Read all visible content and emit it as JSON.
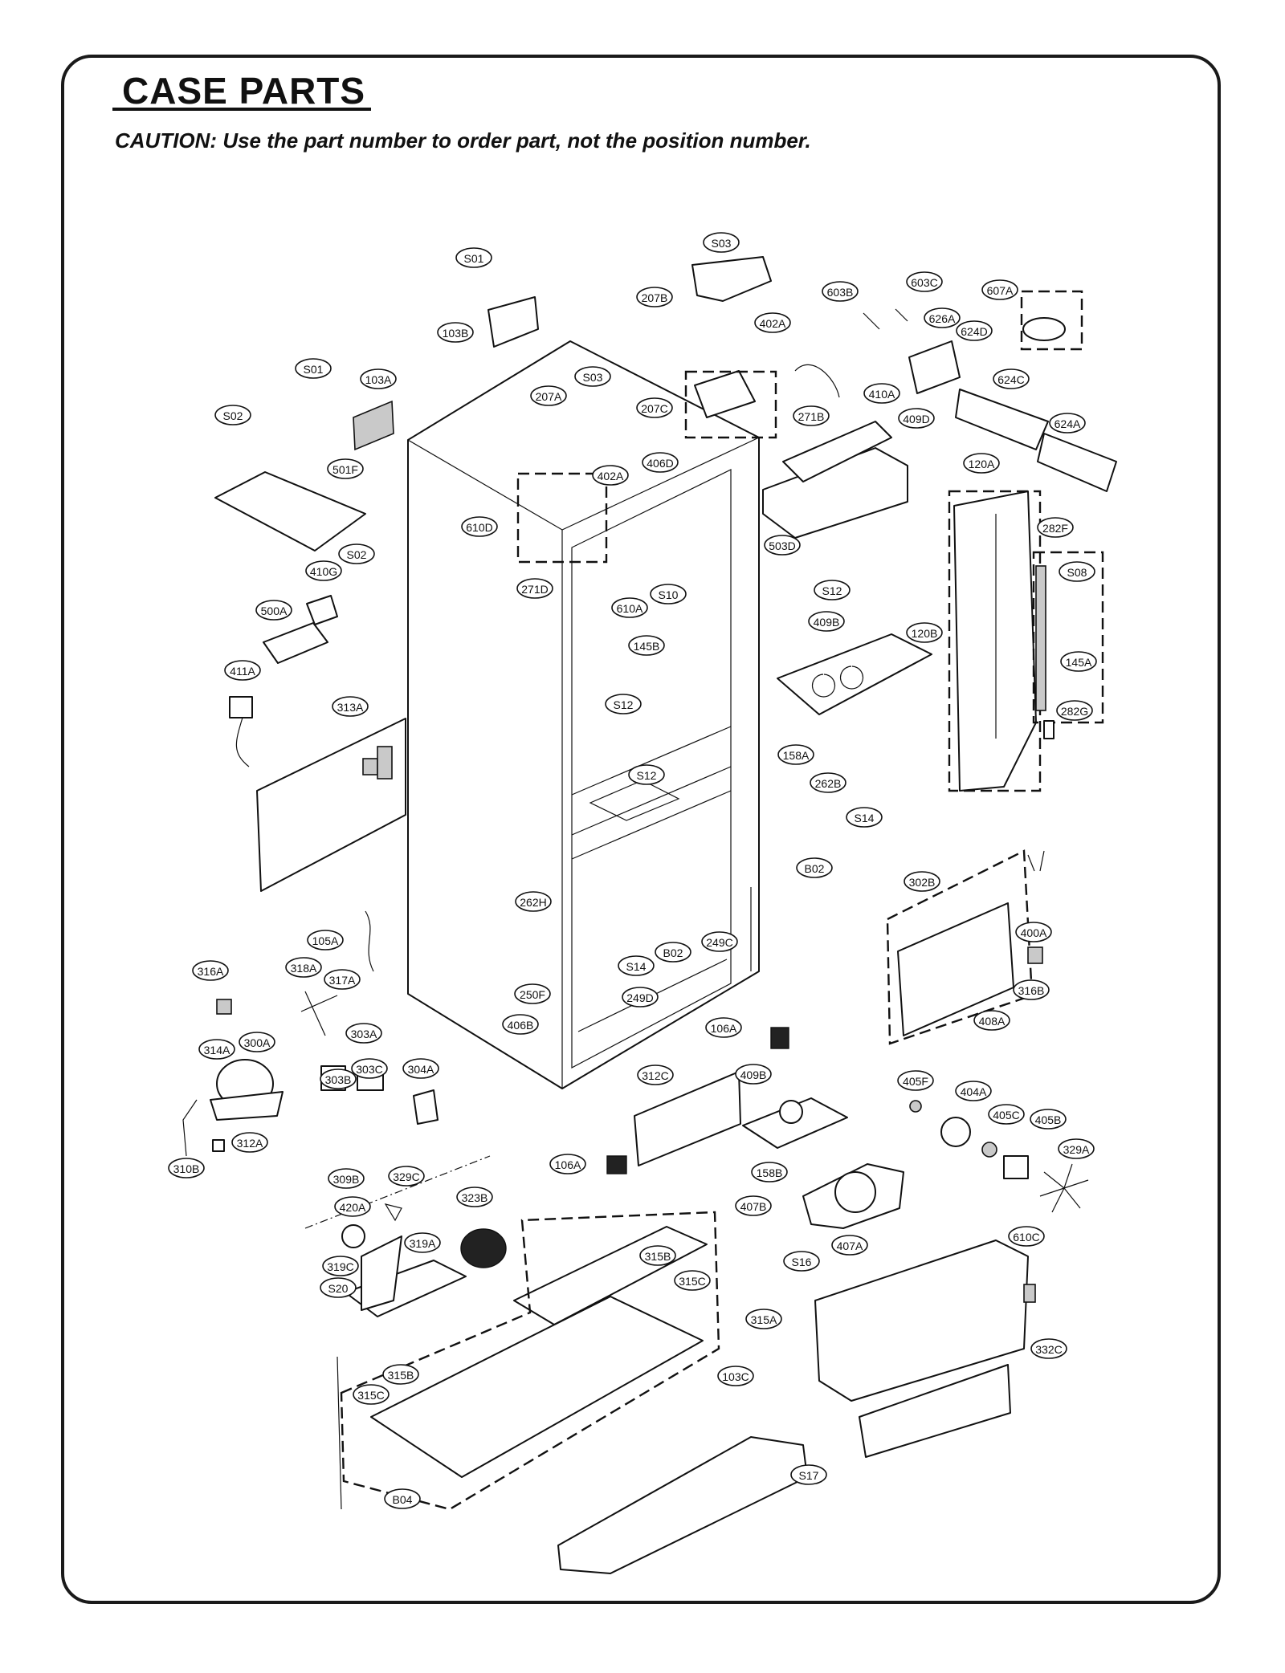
{
  "page": {
    "title": "CASE PARTS",
    "caution": "CAUTION: Use the part number to order part, not the position number."
  },
  "labels": [
    "S01",
    "S03",
    "207B",
    "402A",
    "103B",
    "603B",
    "603C",
    "607A",
    "626A",
    "624D",
    "S01",
    "103A",
    "S03",
    "207A",
    "410A",
    "624C",
    "S02",
    "207C",
    "271B",
    "409D",
    "624A",
    "501F",
    "402A",
    "406D",
    "120A",
    "610D",
    "503D",
    "282F",
    "S02",
    "410G",
    "S08",
    "271D",
    "S10",
    "610A",
    "S12",
    "500A",
    "409B",
    "120B",
    "145B",
    "145A",
    "411A",
    "S12",
    "282G",
    "313A",
    "158A",
    "S12",
    "262B",
    "S14",
    "B02",
    "302B",
    "262H",
    "400A",
    "105A",
    "249C",
    "B02",
    "S14",
    "316A",
    "318A",
    "317A",
    "316B",
    "250F",
    "249D",
    "303A",
    "406B",
    "106A",
    "408A",
    "314A",
    "300A",
    "304A",
    "303C",
    "303B",
    "312C",
    "409B",
    "405F",
    "404A",
    "405C",
    "405B",
    "310B",
    "312A",
    "106A",
    "329A",
    "158B",
    "309B",
    "329C",
    "407B",
    "420A",
    "323B",
    "610C",
    "319A",
    "315B",
    "407A",
    "S16",
    "315C",
    "319C",
    "S20",
    "315A",
    "332C",
    "103C",
    "315B",
    "315C",
    "S17",
    "B04"
  ],
  "icons": [
    "screw-icon",
    "bulb-icon",
    "fan-icon",
    "spring-icon",
    "leveling-foot-icon"
  ],
  "colors": {
    "line": "#111111",
    "background": "#ffffff",
    "shade": "#c9c9c9"
  }
}
